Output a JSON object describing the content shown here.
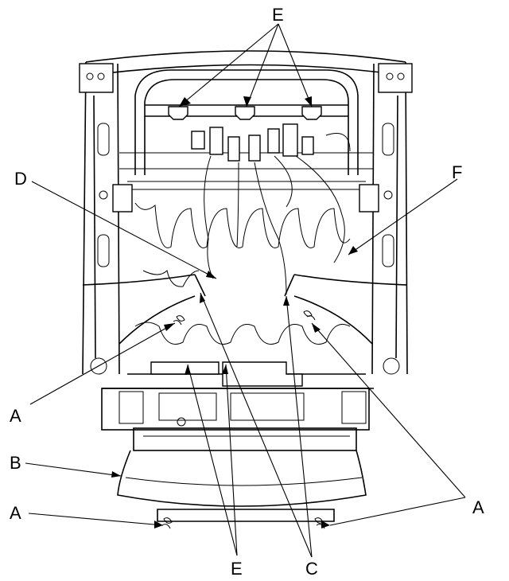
{
  "labels": {
    "e_top": "E",
    "d": "D",
    "f": "F",
    "a_left_mid": "A",
    "b": "B",
    "a_left_bottom": "A",
    "a_right": "A",
    "e_bottom": "E",
    "c": "C"
  }
}
